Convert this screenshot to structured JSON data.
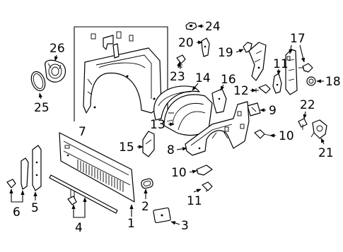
{
  "callouts": {
    "c1": "1",
    "c2": "2",
    "c3": "3",
    "c4": "4",
    "c5": "5",
    "c6": "6",
    "c7": "7",
    "c8": "8",
    "c9": "9",
    "c10a": "10",
    "c10b": "10",
    "c11a": "11",
    "c11b": "11",
    "c12": "12",
    "c13": "13",
    "c14": "14",
    "c15": "15",
    "c16": "16",
    "c17": "17",
    "c18": "18",
    "c19": "19",
    "c20": "20",
    "c21": "21",
    "c22": "22",
    "c23": "23",
    "c24": "24",
    "c25": "25",
    "c26": "26"
  }
}
